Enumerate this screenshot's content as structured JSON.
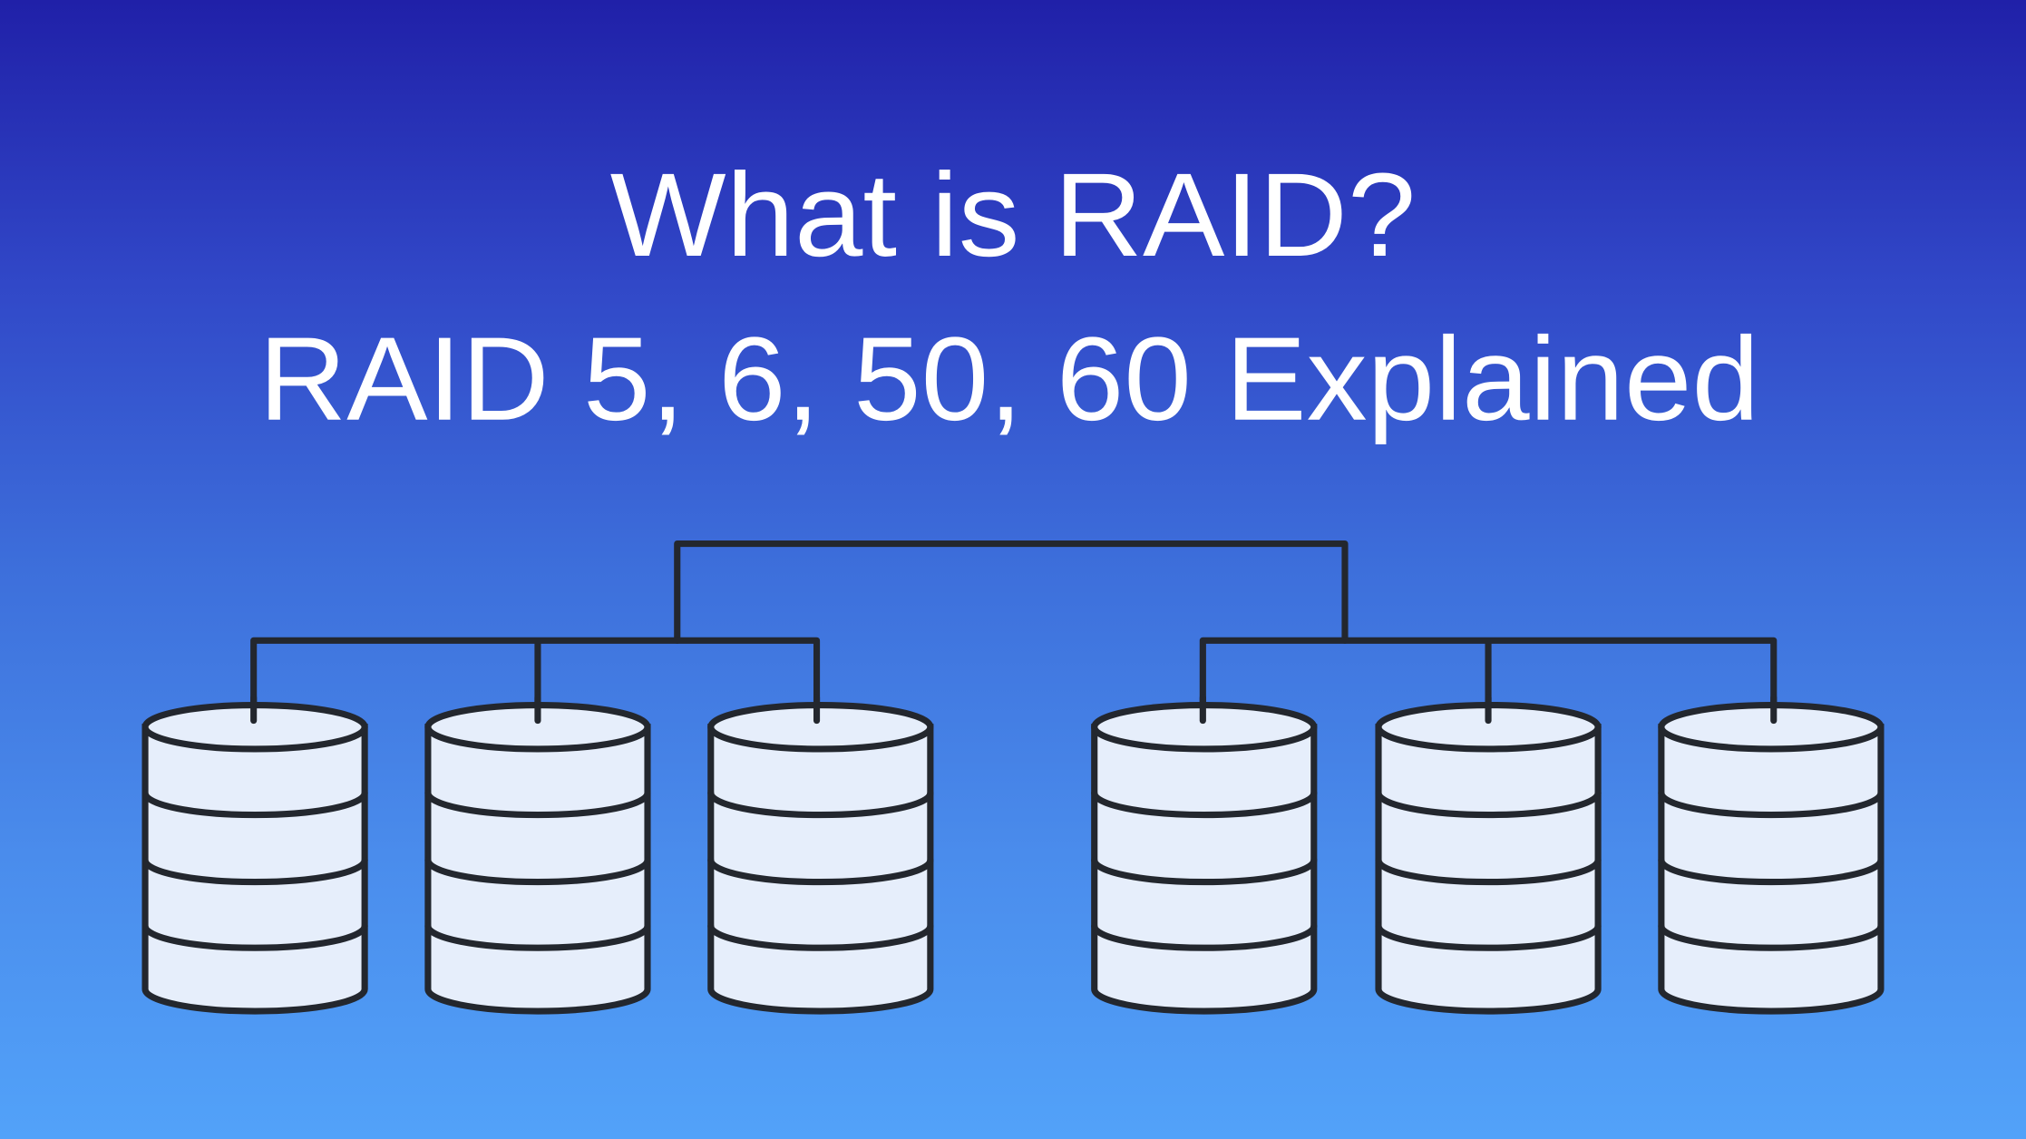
{
  "title": {
    "line1": "What is RAID?",
    "line2": "RAID 5, 6, 50, 60 Explained"
  },
  "diagram": {
    "groups": [
      {
        "name": "left-array",
        "disks": 3
      },
      {
        "name": "right-array",
        "disks": 3
      }
    ],
    "colors": {
      "stroke": "#23272e",
      "disk_fill": "#e6eefb",
      "bg_top": "#2020a8",
      "bg_bottom": "#52a2f9"
    }
  }
}
